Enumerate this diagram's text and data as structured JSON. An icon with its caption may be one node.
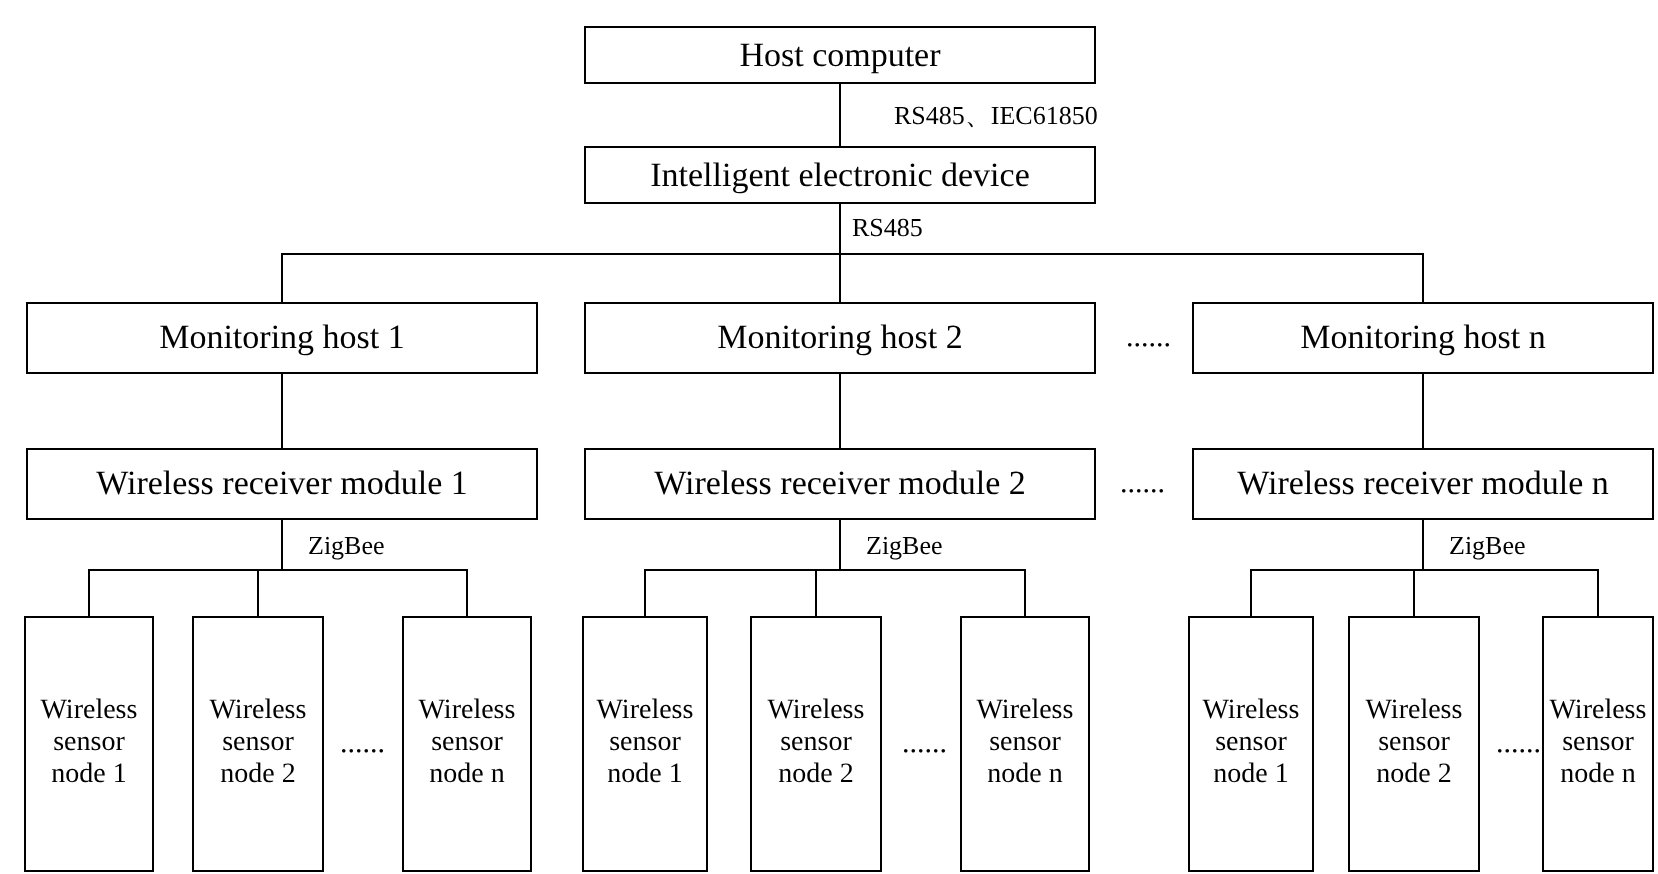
{
  "diagram": {
    "nodes": [
      {
        "text": [
          "Host computer"
        ]
      },
      {
        "text": [
          "Intelligent electronic device"
        ]
      },
      {
        "text": [
          "Monitoring host 1"
        ]
      },
      {
        "text": [
          "Monitoring host 2"
        ]
      },
      {
        "text": [
          "Monitoring host n"
        ]
      },
      {
        "text": [
          "Wireless receiver module 1"
        ]
      },
      {
        "text": [
          "Wireless receiver module 2"
        ]
      },
      {
        "text": [
          "Wireless receiver module n"
        ]
      },
      {
        "text": [
          "Wireless sensor node 1"
        ]
      },
      {
        "text": [
          "Wireless sensor node 2"
        ]
      },
      {
        "text": [
          "Wireless sensor node n"
        ]
      },
      {
        "text": [
          "Wireless sensor node 1"
        ]
      },
      {
        "text": [
          "Wireless sensor node 2"
        ]
      },
      {
        "text": [
          "Wireless sensor node n"
        ]
      },
      {
        "text": [
          "Wireless sensor node 1"
        ]
      },
      {
        "text": [
          "Wireless sensor node 2"
        ]
      },
      {
        "text": [
          "Wireless sensor node n"
        ]
      }
    ],
    "edges": [
      {
        "from": 0,
        "to": 1,
        "arrow": "none",
        "label": "RS485、IEC61850"
      },
      {
        "from": 1,
        "to": 2,
        "arrow": "none"
      },
      {
        "from": 1,
        "to": 3,
        "arrow": "none",
        "label": "RS485"
      },
      {
        "from": 1,
        "to": 4,
        "arrow": "none"
      },
      {
        "from": 2,
        "to": 5,
        "arrow": "none"
      },
      {
        "from": 3,
        "to": 6,
        "arrow": "none"
      },
      {
        "from": 4,
        "to": 7,
        "arrow": "none"
      },
      {
        "from": 5,
        "to": 8,
        "arrow": "none"
      },
      {
        "from": 5,
        "to": 9,
        "arrow": "none",
        "label": "ZigBee"
      },
      {
        "from": 5,
        "to": 10,
        "arrow": "none"
      },
      {
        "from": 6,
        "to": 11,
        "arrow": "none"
      },
      {
        "from": 6,
        "to": 12,
        "arrow": "none",
        "label": "ZigBee"
      },
      {
        "from": 6,
        "to": 13,
        "arrow": "none"
      },
      {
        "from": 7,
        "to": 14,
        "arrow": "none"
      },
      {
        "from": 7,
        "to": 15,
        "arrow": "none",
        "label": "ZigBee"
      },
      {
        "from": 7,
        "to": 16,
        "arrow": "none"
      }
    ],
    "labels": [
      "......",
      "......",
      "......",
      "......",
      "......"
    ]
  }
}
